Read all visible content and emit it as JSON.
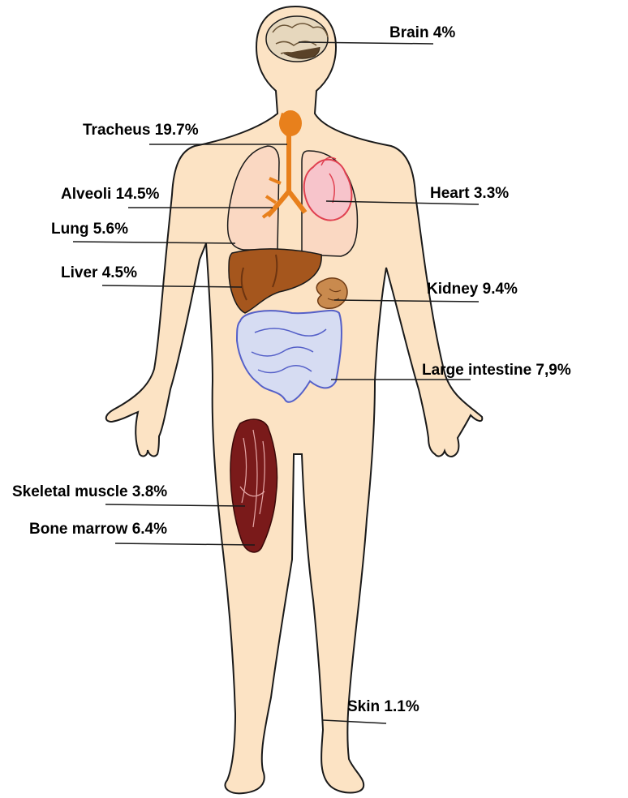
{
  "labels": {
    "brain": "Brain 4%",
    "tracheus": "Tracheus 19.7%",
    "alveoli": "Alveoli 14.5%",
    "heart": "Heart 3.3%",
    "lung": "Lung 5.6%",
    "liver": "Liver 4.5%",
    "kidney": "Kidney 9.4%",
    "large_intestine": "Large intestine 7,9%",
    "skeletal_muscle": "Skeletal muscle 3.8%",
    "bone_marrow": "Bone marrow 6.4%",
    "skin": "Skin 1.1%"
  },
  "colors": {
    "skin": "#fce3c4",
    "outline": "#1a1a1a",
    "trachea": "#e8801c",
    "heart": "#f7c4cb",
    "heart_outline": "#e04050",
    "liver": "#a5561d",
    "kidney": "#a8672f",
    "intestine": "#d6dcf2",
    "intestine_outline": "#5560c8",
    "muscle": "#7a1a1a",
    "brain": "#c9b89a"
  }
}
